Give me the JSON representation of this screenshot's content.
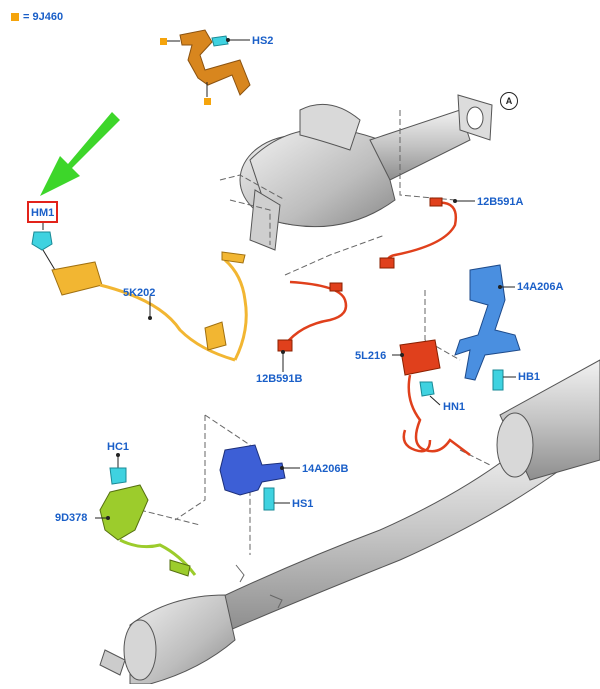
{
  "legend": {
    "label": "= 9J460",
    "color": "#f5a40c"
  },
  "marker_a": "A",
  "callouts": {
    "hs2": "HS2",
    "hm1": "HM1",
    "k202": "5K202",
    "b591a": "12B591A",
    "b591b": "12B591B",
    "a206a": "14A206A",
    "l216": "5L216",
    "hb1": "HB1",
    "hn1": "HN1",
    "hc1": "HC1",
    "a206b": "14A206B",
    "hs1": "HS1",
    "d378": "9D378"
  },
  "colors": {
    "label": "#1a5fc8",
    "highlight": "#e2231a",
    "arrow": "#3dd62a",
    "orange_bracket": "#d8861e",
    "yellow_harness": "#f2b632",
    "red_sensor": "#e0401c",
    "blue_bracket": "#4a8fe0",
    "indigo_bracket": "#3d5fd6",
    "green_bracket": "#9ccc2c",
    "cyan_fastener": "#3fd2e0",
    "exhaust": "#c9c9c9"
  }
}
